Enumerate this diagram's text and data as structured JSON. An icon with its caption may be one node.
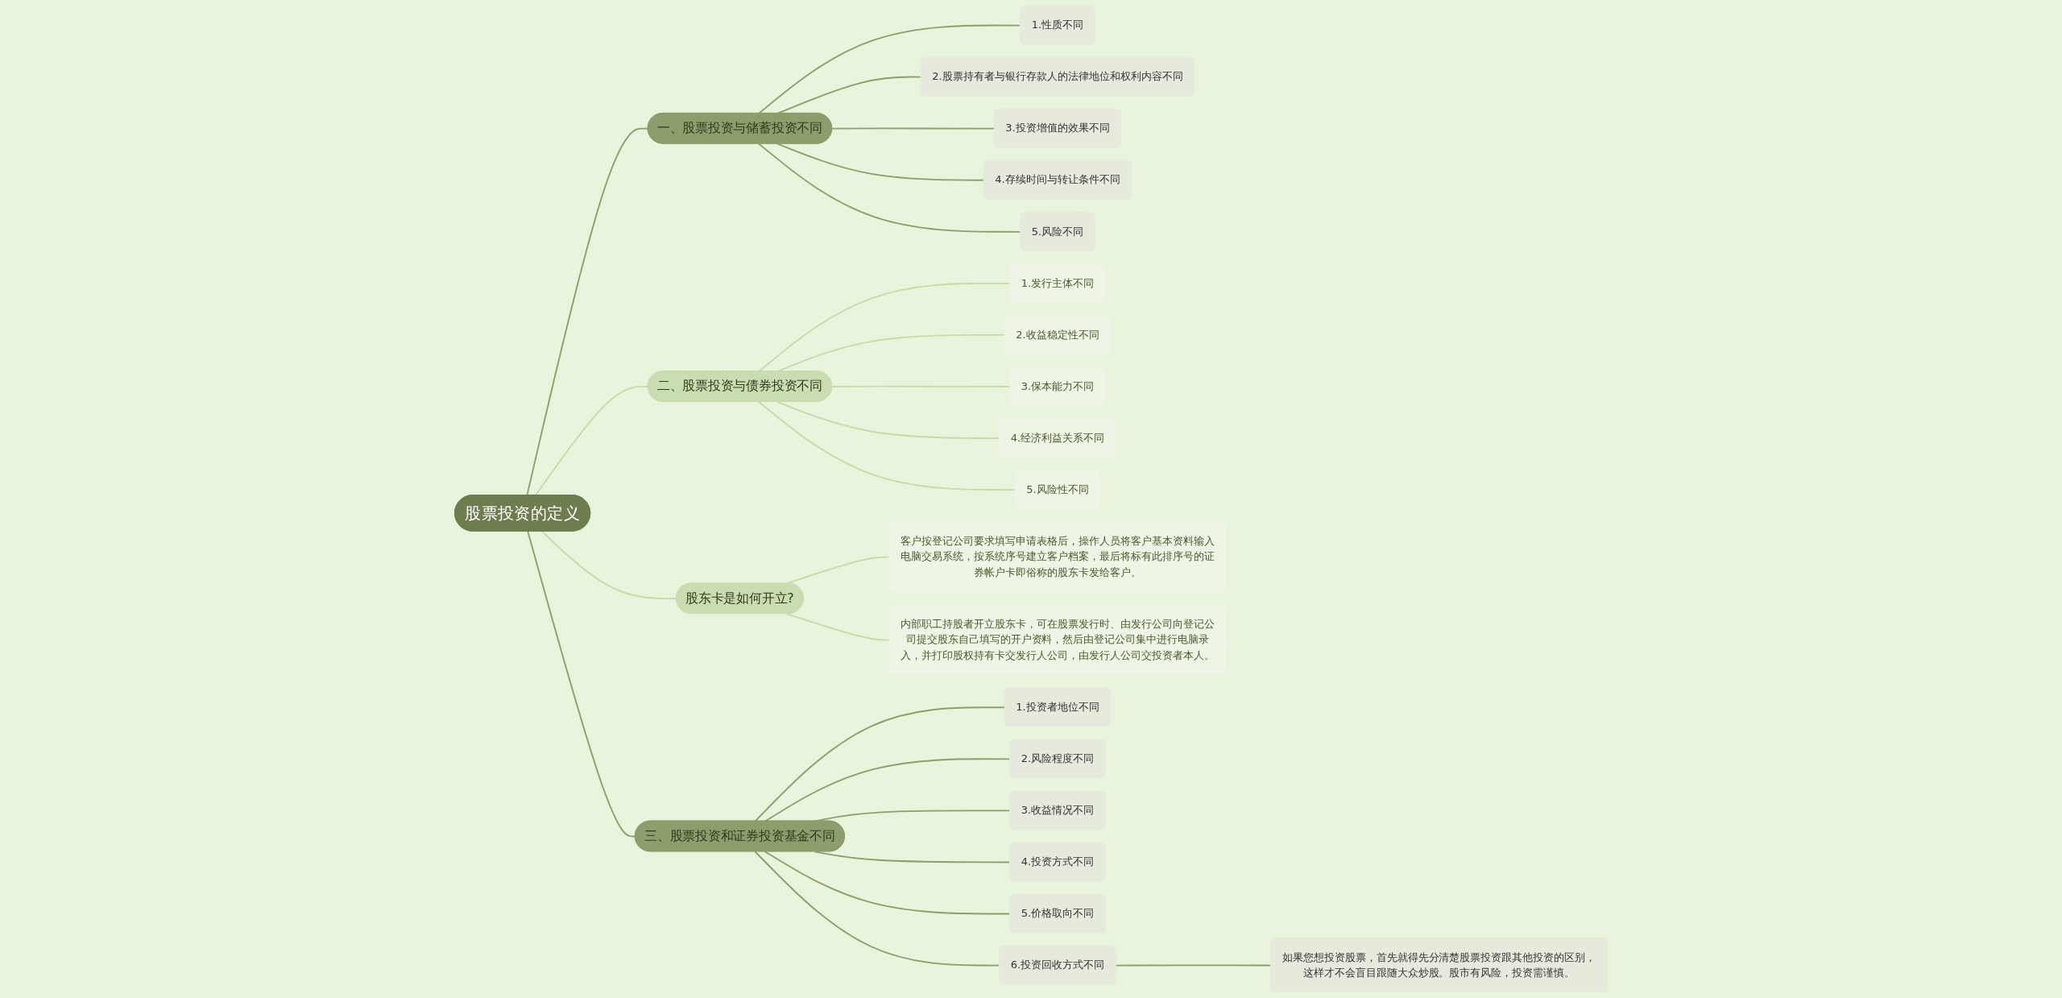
{
  "diagram": {
    "nodes": [
      {
        "text": [
          "股票投资的定义"
        ]
      },
      {
        "text": [
          "一、股票投资与储蓄投资不同"
        ]
      },
      {
        "text": [
          "1.性质不同"
        ]
      },
      {
        "text": [
          "2.股票持有者与银行存款人的法律地位和权利内容不同"
        ]
      },
      {
        "text": [
          "3.投资增值的效果不同"
        ]
      },
      {
        "text": [
          "4.存续时间与转让条件不同"
        ]
      },
      {
        "text": [
          "5.风险不同"
        ]
      },
      {
        "text": [
          "二、股票投资与债券投资不同"
        ]
      },
      {
        "text": [
          "1.发行主体不同"
        ]
      },
      {
        "text": [
          "2.收益稳定性不同"
        ]
      },
      {
        "text": [
          "3.保本能力不同"
        ]
      },
      {
        "text": [
          "4.经济利益关系不同"
        ]
      },
      {
        "text": [
          "5.风险性不同"
        ]
      },
      {
        "text": [
          "股东卡是如何开立?"
        ]
      },
      {
        "text": [
          "客户按登记公司要求填写申请表格后，操作人员将客户基本资料输入电脑交易系统，按系统序号建立客户档案，最后将标有此排序号的证券帐户卡即俗称的股东卡发给客户。"
        ]
      },
      {
        "text": [
          "内部职工持股者开立股东卡，可在股票发行时、由发行公司向登记公司提交股东自己填写的开户资料，然后由登记公司集中进行电脑录入，并打印股权持有卡交发行人公司，由发行人公司交投资者本人。"
        ]
      },
      {
        "text": [
          "三、股票投资和证券投资基金不同"
        ]
      },
      {
        "text": [
          "1.投资者地位不同"
        ]
      },
      {
        "text": [
          "2.风险程度不同"
        ]
      },
      {
        "text": [
          "3.收益情况不同"
        ]
      },
      {
        "text": [
          "4.投资方式不同"
        ]
      },
      {
        "text": [
          "5.价格取向不同"
        ]
      },
      {
        "text": [
          "6.投资回收方式不同"
        ]
      },
      {
        "text": [
          "如果您想投资股票，首先就得先分清楚股票投资跟其他投资的区别，这样才不会盲目跟随大众炒股。股市有风险，投资需谨慎。"
        ]
      }
    ],
    "edges": [
      {
        "from": 0,
        "to": 1,
        "arrow": "none"
      },
      {
        "from": 1,
        "to": 2,
        "arrow": "none"
      },
      {
        "from": 1,
        "to": 3,
        "arrow": "none"
      },
      {
        "from": 1,
        "to": 4,
        "arrow": "none"
      },
      {
        "from": 1,
        "to": 5,
        "arrow": "none"
      },
      {
        "from": 1,
        "to": 6,
        "arrow": "none"
      },
      {
        "from": 0,
        "to": 7,
        "arrow": "none",
        "color": "#c5dbaa"
      },
      {
        "from": 7,
        "to": 8,
        "arrow": "none",
        "color": "#c5dbaa"
      },
      {
        "from": 7,
        "to": 9,
        "arrow": "none",
        "color": "#c5dbaa"
      },
      {
        "from": 7,
        "to": 10,
        "arrow": "none",
        "color": "#c5dbaa"
      },
      {
        "from": 7,
        "to": 11,
        "arrow": "none",
        "color": "#c5dbaa"
      },
      {
        "from": 7,
        "to": 12,
        "arrow": "none",
        "color": "#c5dbaa"
      },
      {
        "from": 0,
        "to": 13,
        "arrow": "none",
        "color": "#c5dbaa"
      },
      {
        "from": 13,
        "to": 14,
        "arrow": "none",
        "color": "#c5dbaa"
      },
      {
        "from": 13,
        "to": 15,
        "arrow": "none",
        "color": "#c5dbaa"
      },
      {
        "from": 0,
        "to": 16,
        "arrow": "none"
      },
      {
        "from": 16,
        "to": 17,
        "arrow": "none"
      },
      {
        "from": 16,
        "to": 18,
        "arrow": "none"
      },
      {
        "from": 16,
        "to": 19,
        "arrow": "none"
      },
      {
        "from": 16,
        "to": 20,
        "arrow": "none"
      },
      {
        "from": 16,
        "to": 21,
        "arrow": "none"
      },
      {
        "from": 16,
        "to": 22,
        "arrow": "none"
      },
      {
        "from": 22,
        "to": 23,
        "arrow": "none"
      }
    ]
  }
}
